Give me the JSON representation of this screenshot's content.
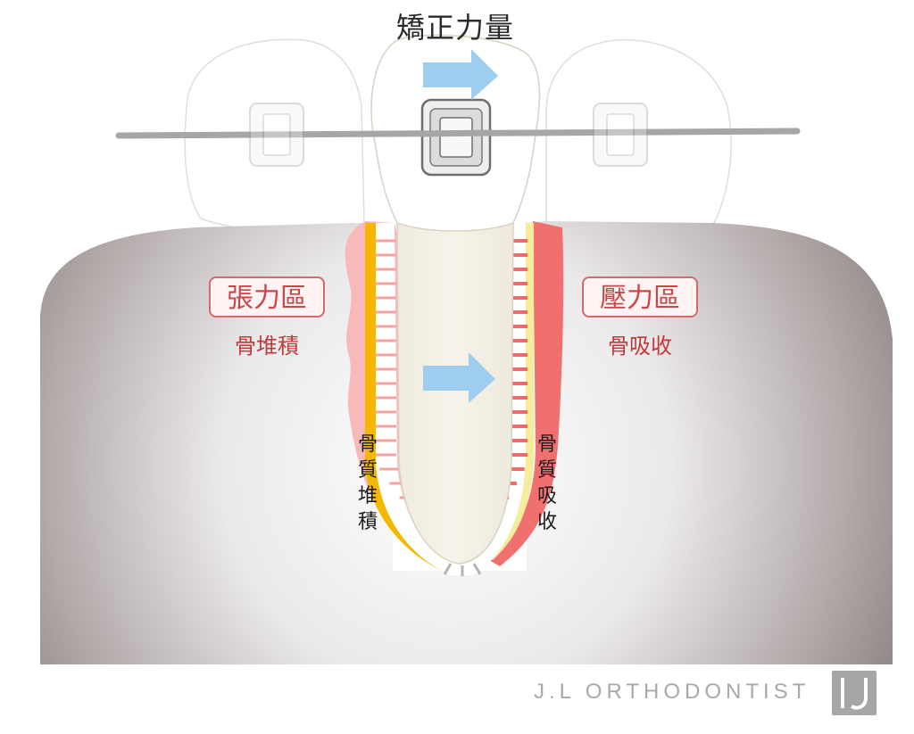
{
  "title": "矯正力量",
  "tension_zone": {
    "label": "張力區",
    "subtitle": "骨堆積"
  },
  "pressure_zone": {
    "label": "壓力區",
    "subtitle": "骨吸收"
  },
  "left_vertical_label": "骨\n質\n堆\n積",
  "right_vertical_label": "骨\n質\n吸\n收",
  "watermark": "J.L ORTHODONTIST",
  "colors": {
    "bone_edge": "#8a8080",
    "tooth": "#f3efe4",
    "pdl_fiber": "#ef6b6b",
    "tension_pink": "#f7b9b9",
    "resorption_red": "#f07070",
    "deposition_yellow": "#f5b800",
    "arrow": "#9fcdf0",
    "wire": "#a6a6a6"
  },
  "icons": [
    "force-arrow-icon",
    "bracket-icon",
    "archwire-icon",
    "logo-icon"
  ]
}
